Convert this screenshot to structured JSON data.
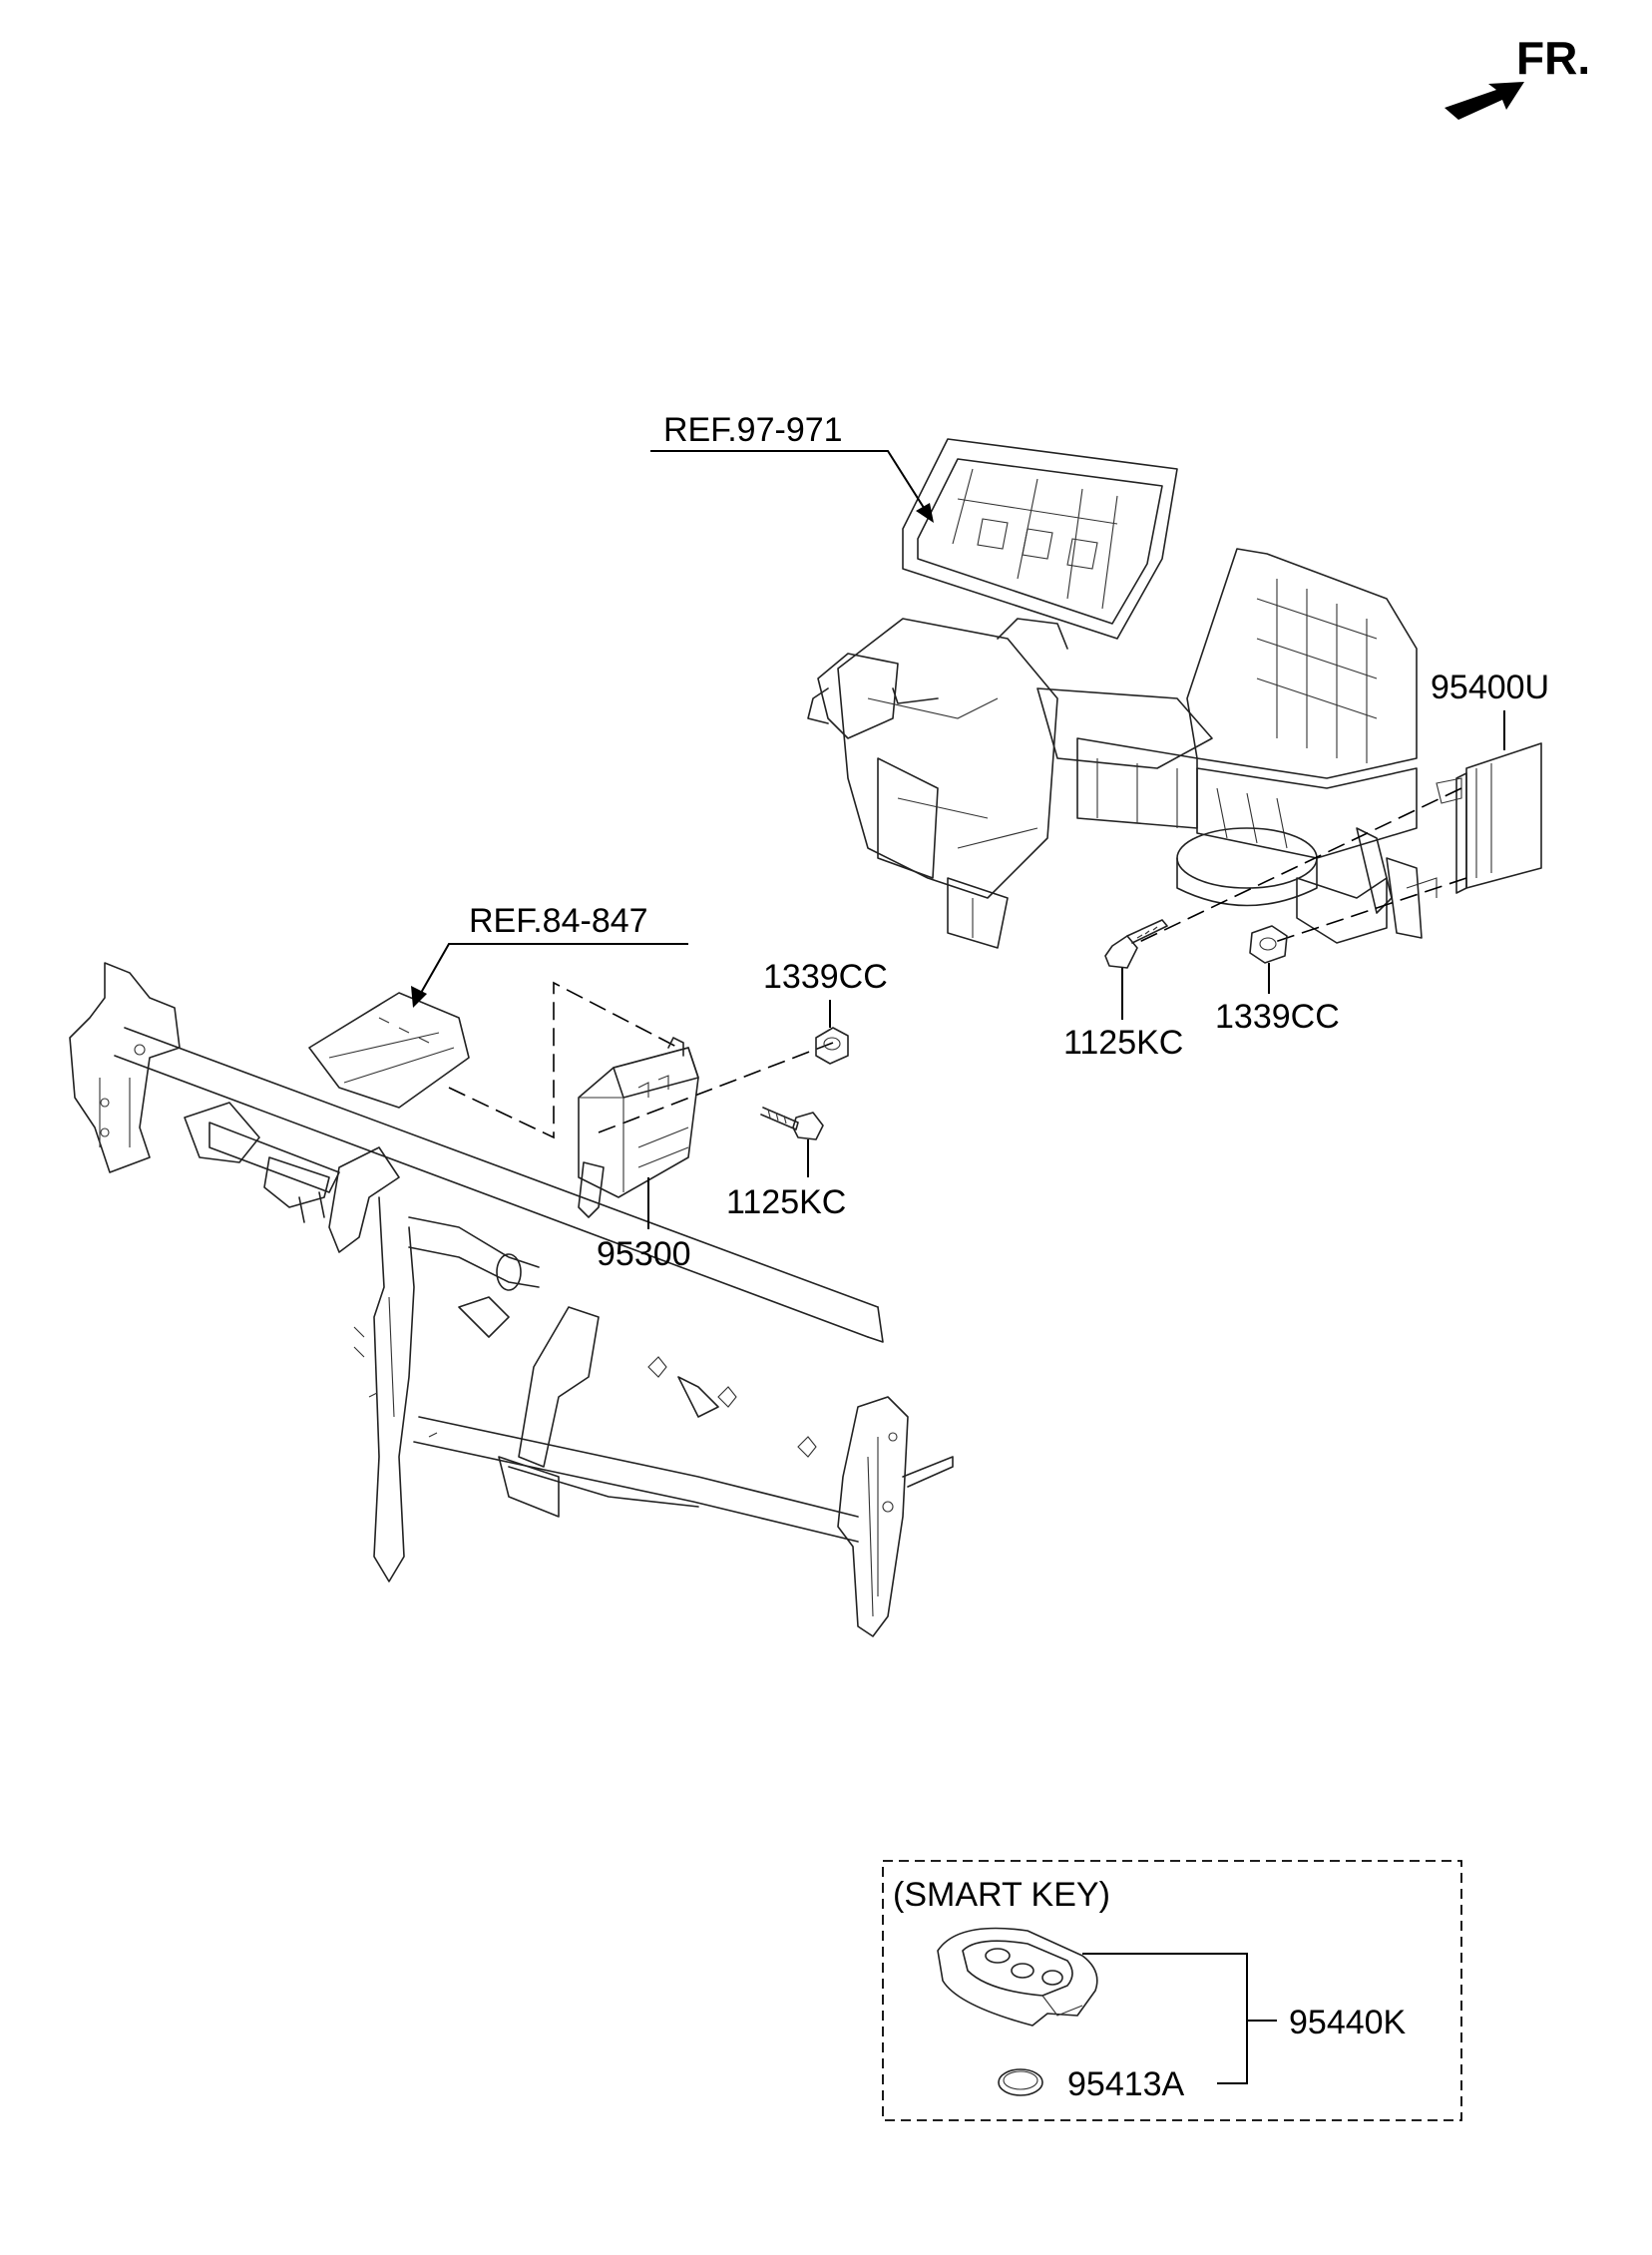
{
  "orientation": {
    "label": "FR."
  },
  "references": {
    "hvac": "REF.97-971",
    "cowl": "REF.84-847"
  },
  "parts": {
    "module_95400u": "95400U",
    "bolt_right": "1125KC",
    "nut_right": "1339CC",
    "nut_left": "1339CC",
    "bolt_left": "1125KC",
    "module_95300": "95300"
  },
  "smart_key": {
    "title": "(SMART KEY)",
    "key_part": "95440K",
    "battery_part": "95413A"
  },
  "colors": {
    "line": "#000000",
    "background": "#ffffff"
  }
}
